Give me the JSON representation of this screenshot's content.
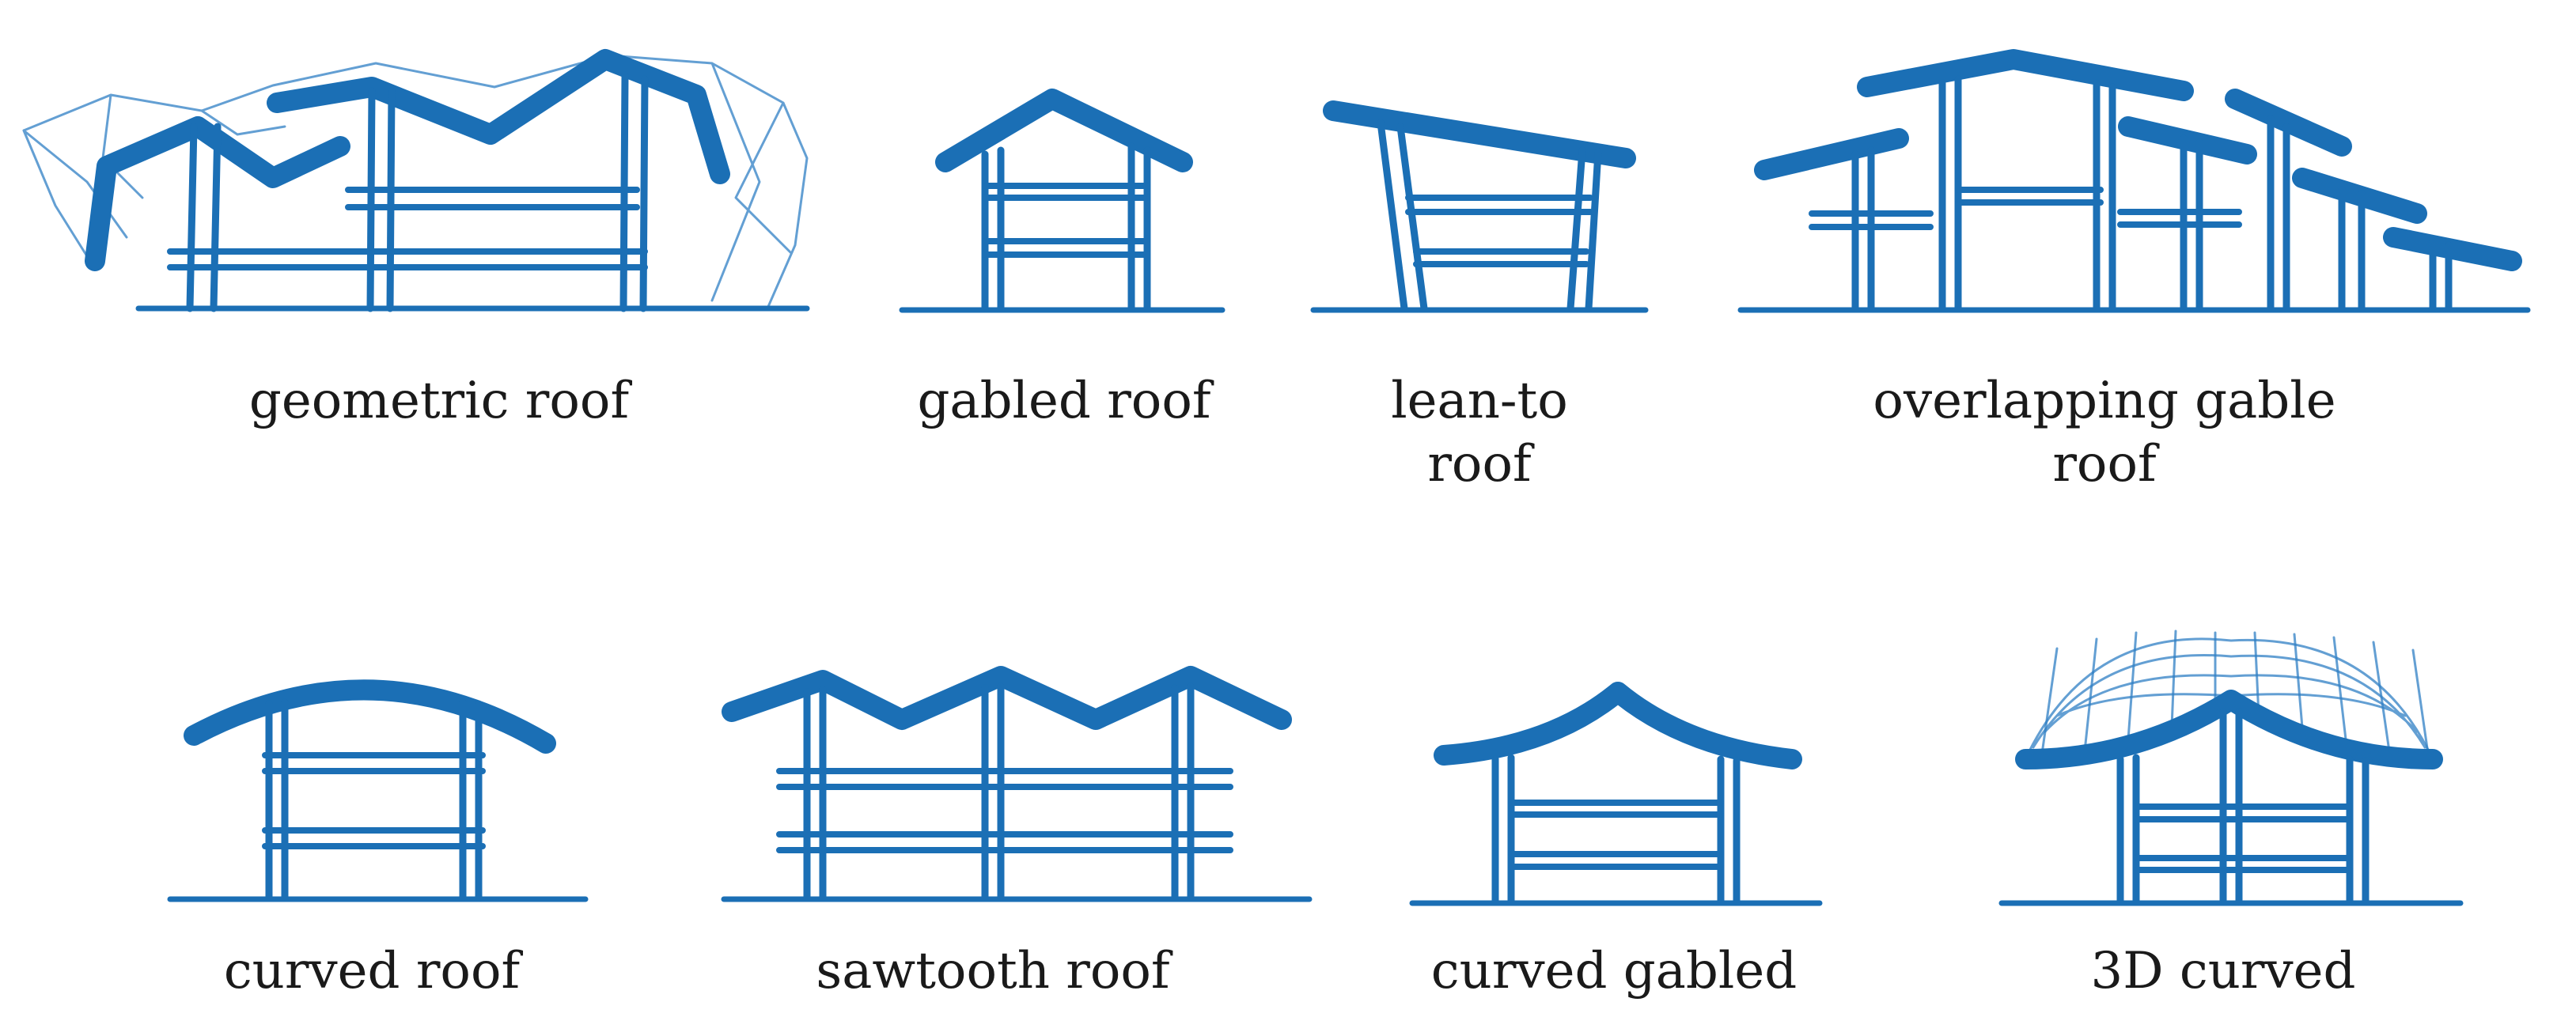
{
  "colors": {
    "sketch": "#1b6fb5",
    "text": "#1a1a1a",
    "background": "#ffffff"
  },
  "roof_types": [
    {
      "id": "geometric",
      "label": "geometric roof"
    },
    {
      "id": "gabled",
      "label": "gabled roof"
    },
    {
      "id": "lean_to",
      "label_line1": "lean-to",
      "label_line2": "roof"
    },
    {
      "id": "overlapping_gable",
      "label_line1": "overlapping gable",
      "label_line2": "roof"
    },
    {
      "id": "curved",
      "label": "curved roof"
    },
    {
      "id": "sawtooth",
      "label": "sawtooth roof"
    },
    {
      "id": "curved_gabled",
      "label": "curved gabled"
    },
    {
      "id": "3d_curved",
      "label": "3D curved"
    }
  ]
}
